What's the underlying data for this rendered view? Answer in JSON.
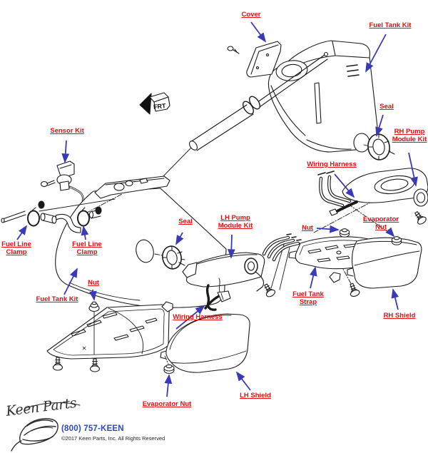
{
  "diagram": {
    "frt_label": "FRT",
    "labels": {
      "cover": "Cover",
      "fuel_tank_kit_top": "Fuel Tank Kit",
      "seal_right": "Seal",
      "rh_pump_module_kit": "RH Pump Module Kit",
      "sensor_kit": "Sensor Kit",
      "wiring_harness_right": "Wiring Harness",
      "fuel_line_clamp_left": "Fuel Line Clamp",
      "fuel_line_clamp_mid": "Fuel Line Clamp",
      "seal_mid": "Seal",
      "lh_pump_module_kit": "LH Pump Module Kit",
      "nut_strap": "Nut",
      "evaporator_nut_right": "Evaporator Nut",
      "fuel_tank_strap": "Fuel Tank Strap",
      "rh_shield": "RH Shield",
      "fuel_tank_kit_left": "Fuel Tank Kit",
      "nut_left": "Nut",
      "wiring_harness_bottom": "Wiring Harness",
      "evaporator_nut_bottom": "Evaporator Nut",
      "lh_shield": "LH Shield"
    }
  },
  "footer": {
    "logo_text": "Keen Parts",
    "phone": "(800) 757-KEEN",
    "copyright": "©2017 Keen Parts, Inc. All Rights Reserved"
  },
  "colors": {
    "label_red": "#e60e0e",
    "arrow_blue": "#3a3ab8",
    "phone_blue": "#2d49c3",
    "line_art": "#1a1a1a",
    "background": "#ffffff"
  }
}
